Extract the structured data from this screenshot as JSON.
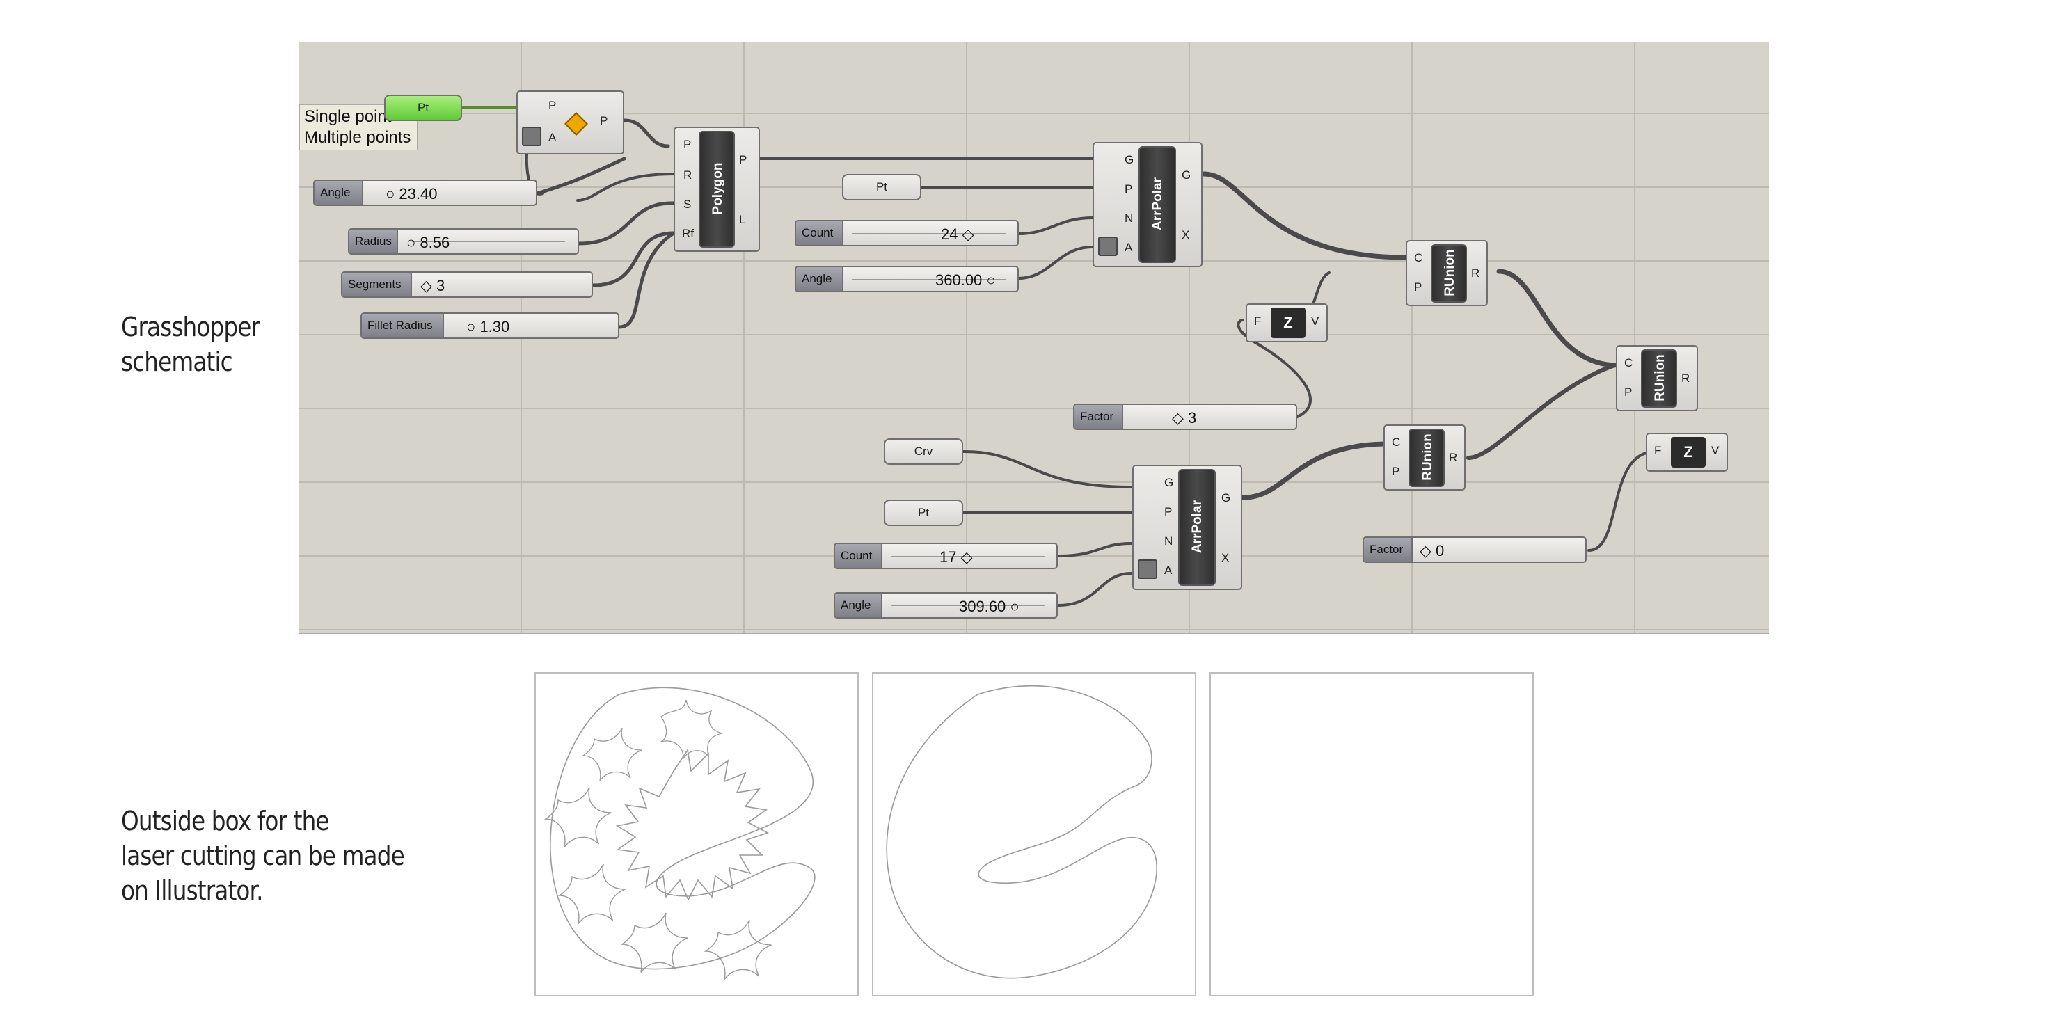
{
  "notes": {
    "schematic": [
      "Grasshopper",
      "schematic"
    ],
    "outside_box": [
      "Outside box for the",
      "laser cutting can be made",
      "on Illustrator."
    ]
  },
  "tooltip": [
    "Single point",
    "Multiple points"
  ],
  "params": {
    "pt_top": "Pt",
    "pt_mid": "Pt",
    "crv": "Crv",
    "pt_low": "Pt"
  },
  "point_comp": {
    "inputs": [
      "P",
      "A"
    ],
    "output": "P"
  },
  "sliders": {
    "angle1": {
      "label": "Angle",
      "value": "23.40"
    },
    "radius": {
      "label": "Radius",
      "value": "8.56"
    },
    "segments": {
      "label": "Segments",
      "value": "3"
    },
    "fillet": {
      "label": "Fillet Radius",
      "value": "1.30"
    },
    "count1": {
      "label": "Count",
      "value": "24"
    },
    "angle2": {
      "label": "Angle",
      "value": "360.00"
    },
    "factor1": {
      "label": "Factor",
      "value": "3"
    },
    "count2": {
      "label": "Count",
      "value": "17"
    },
    "angle3": {
      "label": "Angle",
      "value": "309.60"
    },
    "factor2": {
      "label": "Factor",
      "value": "0"
    }
  },
  "components": {
    "polygon": {
      "name": "Polygon",
      "inputs": [
        "P",
        "R",
        "S",
        "Rf"
      ],
      "outputs": [
        "P",
        "L"
      ]
    },
    "arrpolar1": {
      "name": "ArrPolar",
      "inputs": [
        "G",
        "P",
        "N",
        "A"
      ],
      "outputs": [
        "G",
        "X"
      ]
    },
    "arrpolar2": {
      "name": "ArrPolar",
      "inputs": [
        "G",
        "P",
        "N",
        "A"
      ],
      "outputs": [
        "G",
        "X"
      ]
    },
    "runion1": {
      "name": "RUnion",
      "inputs": [
        "C",
        "P"
      ],
      "outputs": [
        "R"
      ]
    },
    "runion2": {
      "name": "RUnion",
      "inputs": [
        "C",
        "P"
      ],
      "outputs": [
        "R"
      ]
    },
    "runion3": {
      "name": "RUnion",
      "inputs": [
        "C",
        "P"
      ],
      "outputs": [
        "R"
      ]
    },
    "zvec1": {
      "name": "Z",
      "inputs": [
        "F"
      ],
      "outputs": [
        "V"
      ]
    },
    "zvec2": {
      "name": "Z",
      "inputs": [
        "F"
      ],
      "outputs": [
        "V"
      ]
    }
  },
  "colors": {
    "canvas": "#d6d3cb",
    "wire": "#4a4a4a",
    "selected_param": "#7fdc4a"
  }
}
